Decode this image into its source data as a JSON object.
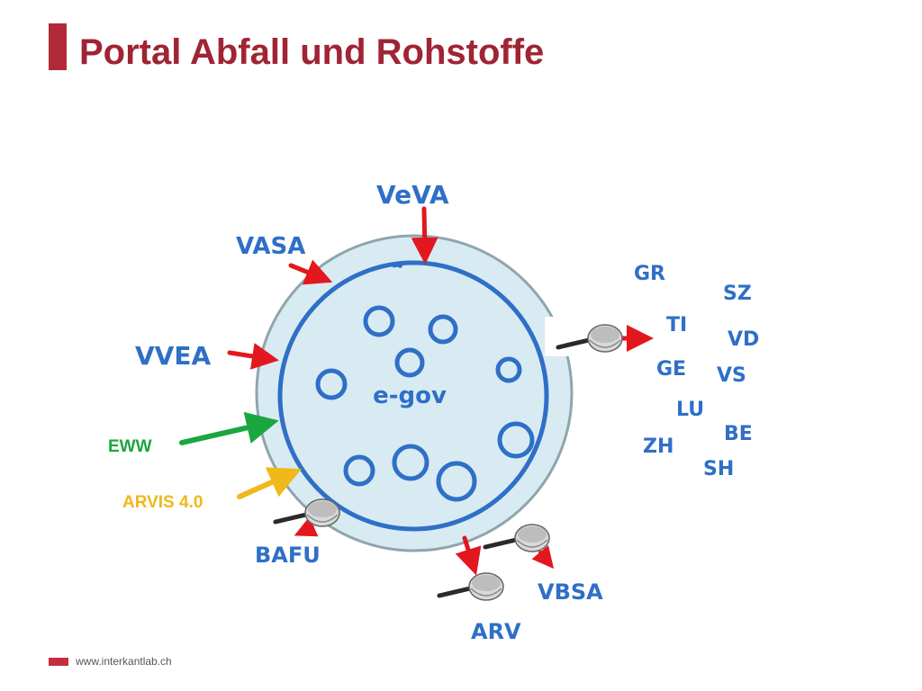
{
  "slide": {
    "title": "Portal Abfall und Rohstoffe",
    "footer_url": "www.interkantlab.ch"
  },
  "diagram": {
    "center_label": "e-gov",
    "inputs": {
      "veva": "VeVA",
      "vasa": "VASA",
      "vvea": "VVEA",
      "eww": "EWW",
      "arvis": "ARVIS 4.0"
    },
    "outputs": {
      "bafu": "BAFU",
      "vbsa": "VBSA",
      "arv": "ARV"
    },
    "cantons": [
      "GR",
      "SZ",
      "TI",
      "VD",
      "GE",
      "VS",
      "LU",
      "BE",
      "ZH",
      "SH"
    ]
  },
  "colors": {
    "accent_red": "#b22a3a",
    "hand_blue": "#2f6fc7",
    "eww_green": "#1aa640",
    "arvis_yellow": "#f0b81b",
    "arrow_red": "#e3171e"
  }
}
